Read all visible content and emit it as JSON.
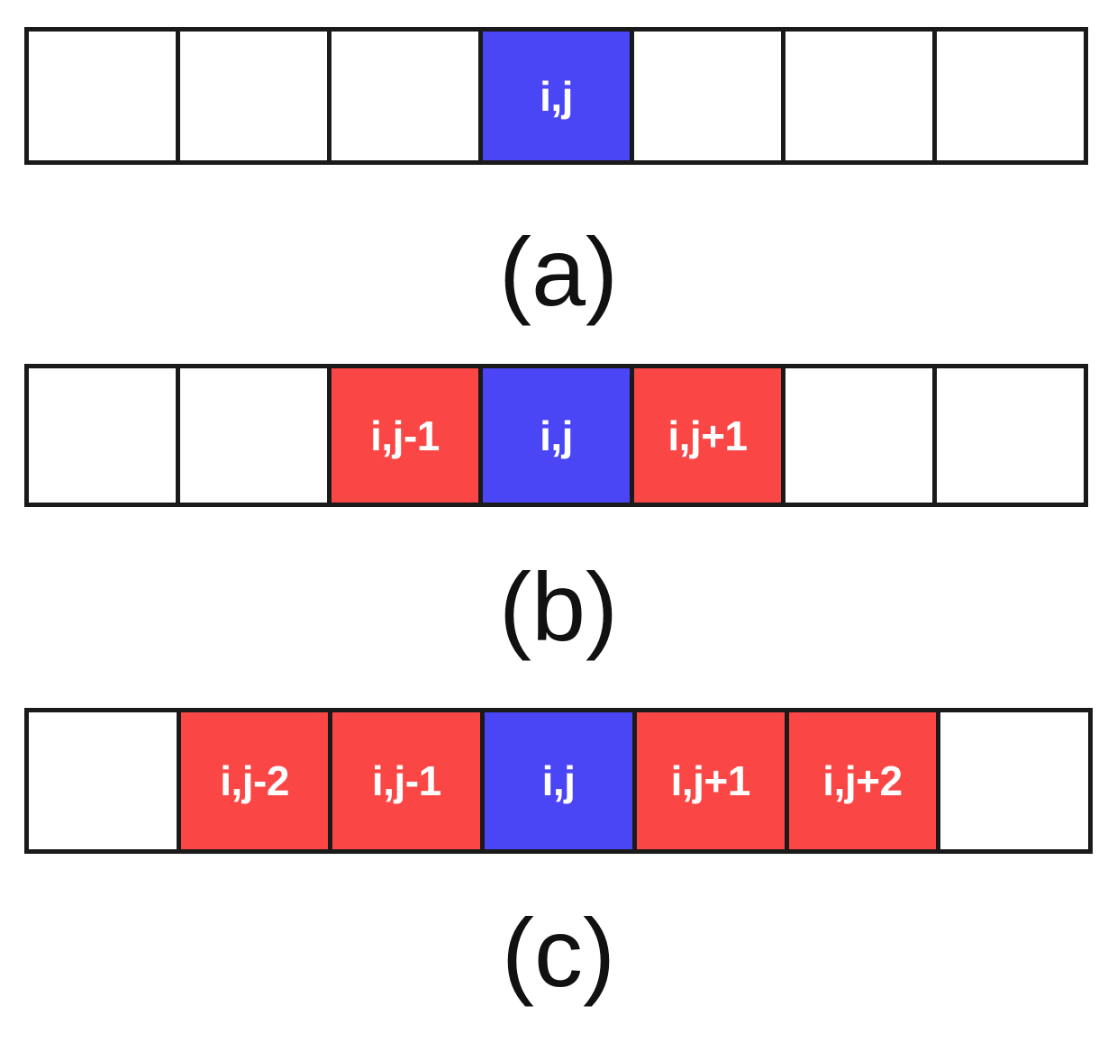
{
  "figure": {
    "type": "diagram",
    "description": "Three one-dimensional stencil rows showing widening neighborhoods around a center cell",
    "colors": {
      "center_cell": "#4a45f5",
      "neighbor_cell": "#fa4745",
      "empty_cell": "#ffffff",
      "grid_line": "#1a1a1a",
      "cell_text": "#ffffff",
      "caption_text": "#111111",
      "background": "#ffffff"
    },
    "panels": [
      {
        "caption": "(a)",
        "cell_count": 7,
        "cells": [
          {
            "label": "",
            "role": "empty"
          },
          {
            "label": "",
            "role": "empty"
          },
          {
            "label": "",
            "role": "empty"
          },
          {
            "label": "i,j",
            "role": "center"
          },
          {
            "label": "",
            "role": "empty"
          },
          {
            "label": "",
            "role": "empty"
          },
          {
            "label": "",
            "role": "empty"
          }
        ]
      },
      {
        "caption": "(b)",
        "cell_count": 7,
        "cells": [
          {
            "label": "",
            "role": "empty"
          },
          {
            "label": "",
            "role": "empty"
          },
          {
            "label": "i,j-1",
            "role": "neighbor"
          },
          {
            "label": "i,j",
            "role": "center"
          },
          {
            "label": "i,j+1",
            "role": "neighbor"
          },
          {
            "label": "",
            "role": "empty"
          },
          {
            "label": "",
            "role": "empty"
          }
        ]
      },
      {
        "caption": "(c)",
        "cell_count": 7,
        "cells": [
          {
            "label": "",
            "role": "empty"
          },
          {
            "label": "i,j-2",
            "role": "neighbor"
          },
          {
            "label": "i,j-1",
            "role": "neighbor"
          },
          {
            "label": "i,j",
            "role": "center"
          },
          {
            "label": "i,j+1",
            "role": "neighbor"
          },
          {
            "label": "i,j+2",
            "role": "neighbor"
          },
          {
            "label": "",
            "role": "empty"
          }
        ]
      }
    ]
  }
}
